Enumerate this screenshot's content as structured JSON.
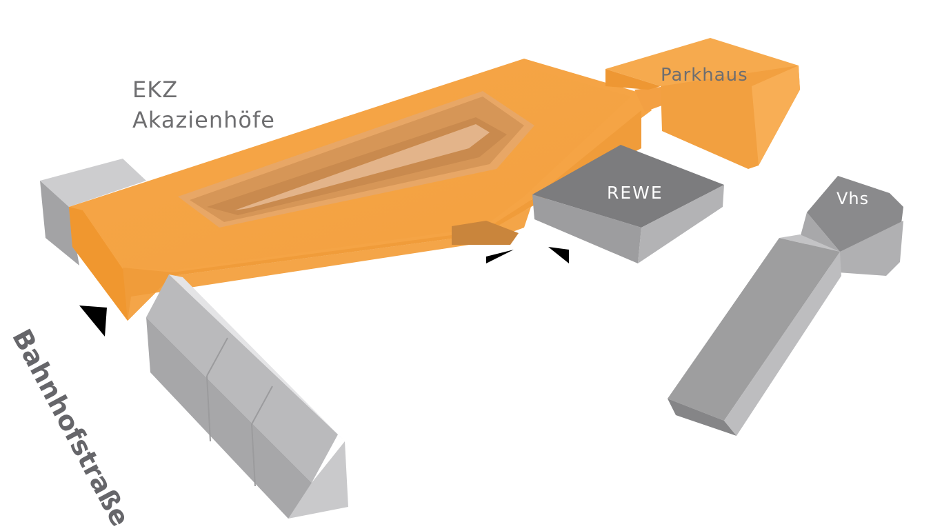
{
  "labels": {
    "ekz_line1": "EKZ",
    "ekz_line2": "Akazienhöfe",
    "parkhaus": "Parkhaus",
    "rewe": "REWE",
    "vhs": "Vhs",
    "street": "Bahnhofstraße"
  },
  "colors": {
    "highlight": "#f39a33",
    "context": "#9a9a9c",
    "label": "#6e6e70",
    "arrow": "#000000"
  }
}
